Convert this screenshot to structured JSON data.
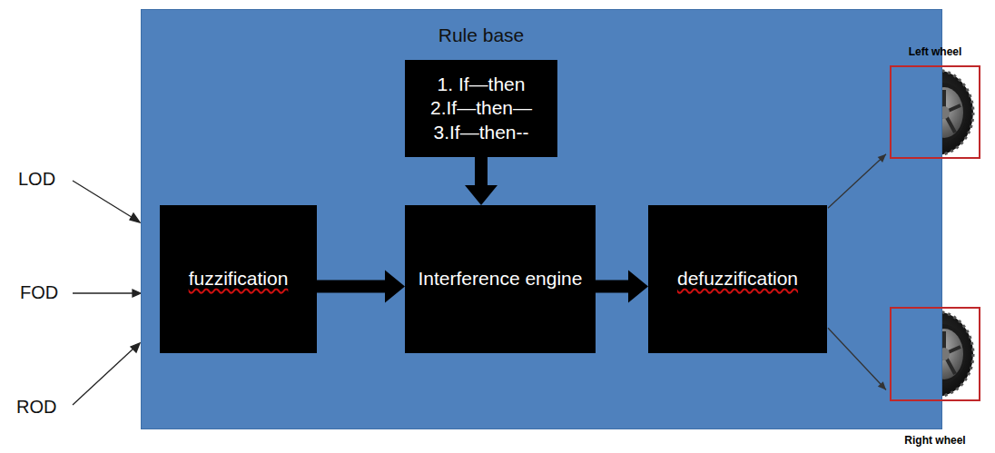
{
  "diagram": {
    "nodes": [
      {
        "text": [
          "Rule base"
        ]
      },
      {
        "text": [
          "1. If—then",
          "2.If—then—",
          "3.If—then--"
        ],
        "in": 0
      },
      {
        "text": [
          "fuzzification"
        ],
        "in": 0
      },
      {
        "text": [
          "Interference engine"
        ],
        "in": 0
      },
      {
        "text": [
          "defuzzification"
        ],
        "in": 0
      },
      {
        "text": [
          "Left wheel"
        ]
      },
      {
        "text": [
          "Right wheel"
        ]
      }
    ],
    "edges": [
      {
        "from": 1,
        "to": 3,
        "arrow": "to"
      },
      {
        "from": 2,
        "to": 3,
        "arrow": "to"
      },
      {
        "from": 3,
        "to": 4,
        "arrow": "to"
      },
      {
        "from": 4,
        "to": 5,
        "arrow": "to"
      },
      {
        "from": 4,
        "to": 6,
        "arrow": "to"
      }
    ],
    "labels": [
      "LOD",
      "FOD",
      "ROD"
    ]
  }
}
